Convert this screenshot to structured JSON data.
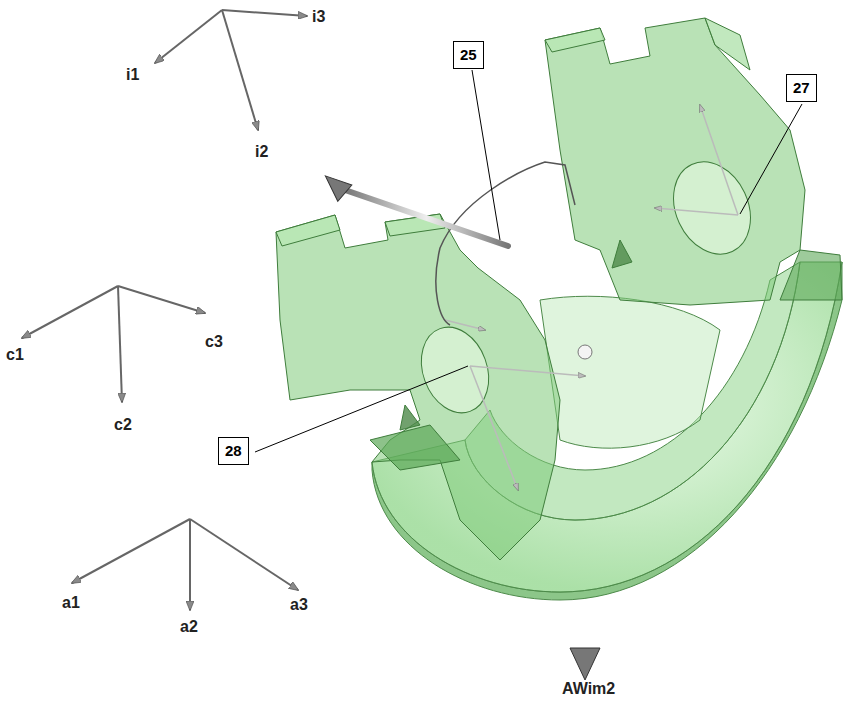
{
  "diagram": {
    "nodes": [
      {
        "text": [
          "25"
        ]
      },
      {
        "text": [
          "27"
        ]
      },
      {
        "text": [
          "28"
        ]
      }
    ],
    "labels": [
      "i3",
      "i1",
      "i2",
      "c1",
      "c3",
      "c2",
      "a1",
      "a2",
      "a3",
      "AWim2"
    ]
  }
}
